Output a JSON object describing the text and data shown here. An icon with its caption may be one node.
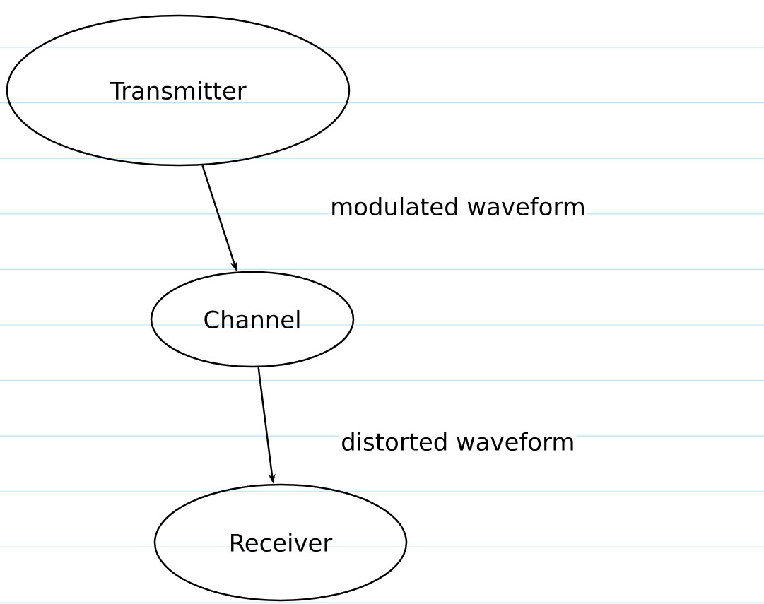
{
  "diagram": {
    "nodes": [
      {
        "text": [
          "Transmitter"
        ]
      },
      {
        "text": [
          "Channel"
        ]
      },
      {
        "text": [
          "Receiver"
        ]
      }
    ],
    "edges": [
      {
        "from": 0,
        "to": 1,
        "arrow": "to",
        "label": "modulated waveform"
      },
      {
        "from": 1,
        "to": 2,
        "arrow": "to",
        "label": "distorted waveform"
      }
    ]
  }
}
